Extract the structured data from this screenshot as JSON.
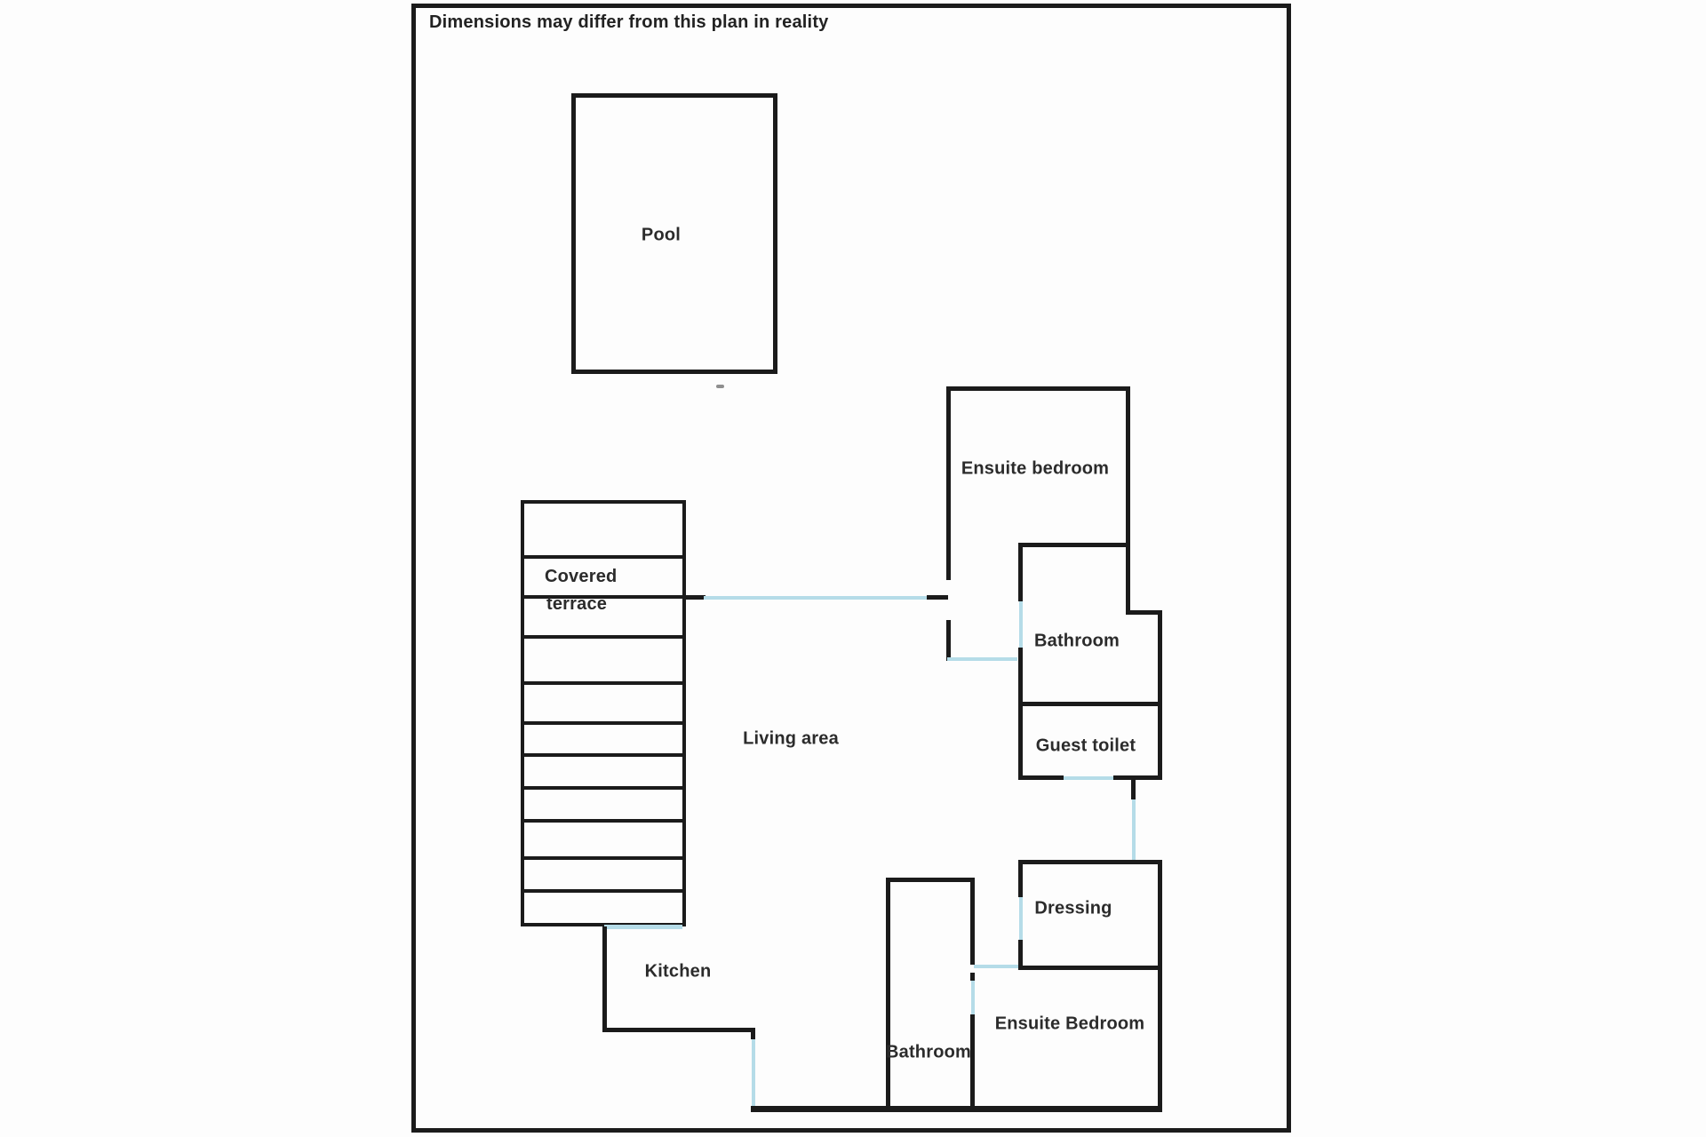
{
  "page": {
    "disclaimer": "Dimensions may differ from this plan in reality"
  },
  "colors": {
    "wall": "#1b1b1b",
    "door": "#b5dce8",
    "text": "#2b2b2b"
  },
  "rooms": {
    "pool": "Pool",
    "covered_terrace_line1": "Covered",
    "covered_terrace_line2": "terrace",
    "living_area": "Living area",
    "kitchen": "Kitchen",
    "ensuite_bedroom_top": "Ensuite bedroom",
    "bathroom_top": "Bathroom",
    "guest_toilet": "Guest toilet",
    "dressing": "Dressing",
    "ensuite_bedroom_bottom": "Ensuite Bedroom",
    "bathroom_bottom": "Bathroom"
  }
}
